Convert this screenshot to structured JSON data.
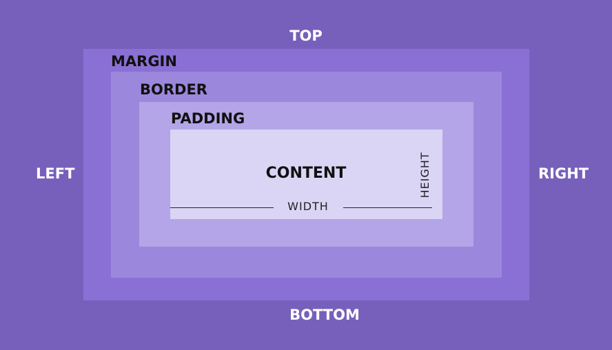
{
  "outer_labels": {
    "top": "TOP",
    "bottom": "BOTTOM",
    "left": "LEFT",
    "right": "RIGHT"
  },
  "layers": {
    "margin": "MARGIN",
    "border": "BORDER",
    "padding": "PADDING",
    "content": "CONTENT"
  },
  "dimensions": {
    "width": "WIDTH",
    "height": "HEIGHT"
  },
  "colors": {
    "background": "#7760bb",
    "margin": "#8a70d5",
    "border": "#9b88dd",
    "padding": "#b3a5e7",
    "content": "#dbd5f5"
  }
}
